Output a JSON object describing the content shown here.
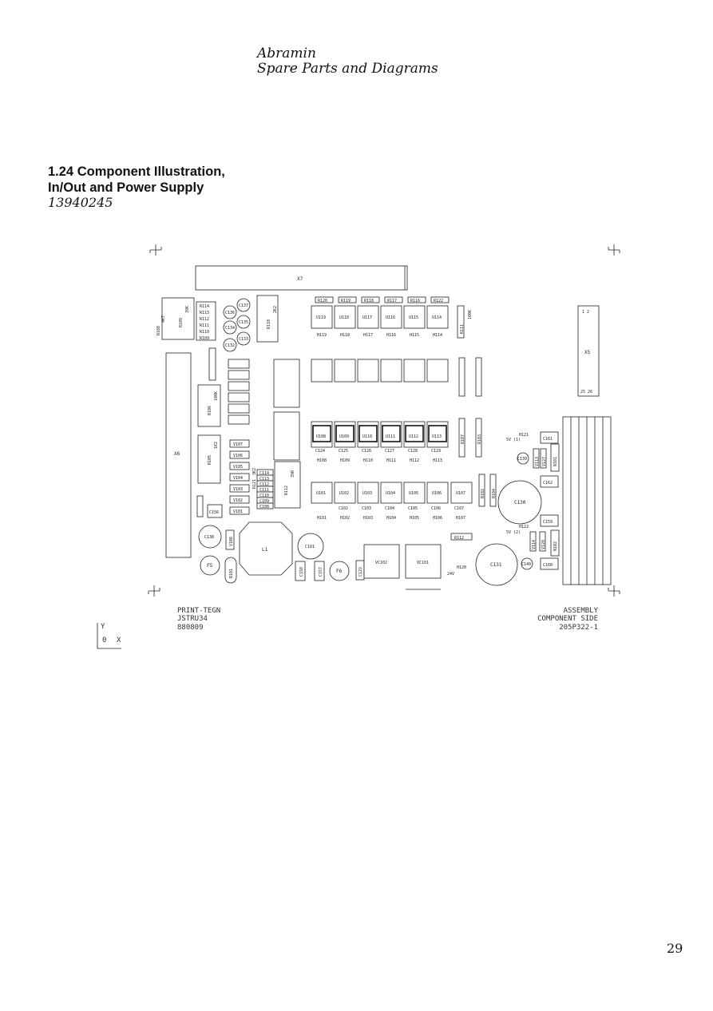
{
  "header": {
    "company": "Abramin",
    "subtitle": "Spare Parts and Diagrams"
  },
  "section": {
    "title_line1": "1.24 Component Illustration,",
    "title_line2": "In/Out and Power Supply",
    "doc_number": "13940245"
  },
  "page_number": "29",
  "diagram": {
    "connector_x7": "X7",
    "connector_x5": "X5",
    "connector_x5_pins_top": "1  2",
    "connector_x5_pins_bottom": "25 26",
    "connector_x6": "X6",
    "coil": "L1",
    "fuse_f5": "F5",
    "fuse_f6": "F6",
    "reg1": "VC102",
    "reg2": "VC101",
    "footer_left": [
      "PRINT-TEGN",
      "JSTRU34",
      "880809"
    ],
    "footer_right": [
      "ASSEMBLY",
      "COMPONENT SIDE",
      "205P322-1"
    ],
    "axis_y": "Y",
    "axis_origin": "0",
    "axis_x": "X",
    "top_resistors": [
      "R120",
      "R119",
      "R118",
      "R117",
      "R116",
      "R122"
    ],
    "ic_row1": [
      "U119",
      "U118",
      "U117",
      "U116",
      "U115",
      "U114"
    ],
    "led_row1": [
      "H119",
      "H118",
      "H117",
      "H116",
      "H115",
      "H114"
    ],
    "ic_row2": [
      "U108",
      "U109",
      "U110",
      "U111",
      "U112",
      "U113"
    ],
    "cap_row2": [
      "C124",
      "C125",
      "C126",
      "C127",
      "C128",
      "C129"
    ],
    "led_row2": [
      "H108",
      "H109",
      "H110",
      "H111",
      "H112",
      "H113"
    ],
    "ic_row3": [
      "U101",
      "U102",
      "U103",
      "U104",
      "U105",
      "U106",
      "U107"
    ],
    "cap_row3": [
      "C102",
      "C103",
      "C104",
      "C105",
      "C106",
      "C107"
    ],
    "led_row3": [
      "H101",
      "H102",
      "H103",
      "H104",
      "H105",
      "H106",
      "H107"
    ],
    "left_array": [
      "R114",
      "R113",
      "R112",
      "R111",
      "R110",
      "R109"
    ],
    "diode_stack": [
      "V107",
      "V106",
      "V105",
      "V104",
      "V103",
      "V102",
      "V101"
    ],
    "cap_stack": [
      "C114",
      "C113",
      "C112",
      "C111",
      "C110",
      "C109",
      "C108"
    ],
    "misc": {
      "r108": "R108",
      "r108v": "4K7",
      "r109": "R109",
      "r109v": "39K",
      "r110": "R110",
      "r110v": "2K2",
      "r106": "R106",
      "r106v": "100K",
      "r105": "R105",
      "r105v": "1K2",
      "r111": "R111",
      "r111v": "100K",
      "r107": "R107",
      "r103": "R103",
      "r102": "R102",
      "r104": "R104",
      "r101": "R101",
      "r121": "R121",
      "r121v": "3K2",
      "r112": "R112",
      "r112v": "39R",
      "c137": "C137",
      "c136": "C136",
      "c135": "C135",
      "c134": "C134",
      "c133": "C133",
      "c132": "C132",
      "c156": "C156",
      "c138": "C138",
      "c101": "C101",
      "c158": "C158",
      "c157": "C157",
      "c122": "C122",
      "c161": "C161",
      "c139": "C139",
      "c162": "C162",
      "c130": "C130",
      "c159": "C159",
      "c131": "C131",
      "c160": "C160",
      "c140": "C140",
      "v108": "V108",
      "h121": "H121",
      "sv1": "5V (1)",
      "h122": "H122",
      "sv2": "5V (2)",
      "h120": "H120",
      "v24": "24V",
      "n101": "N101",
      "n102": "N102",
      "v127": "V127",
      "v113": "V113",
      "v114": "V114",
      "v128": "V128",
      "r112b": "R112"
    }
  }
}
